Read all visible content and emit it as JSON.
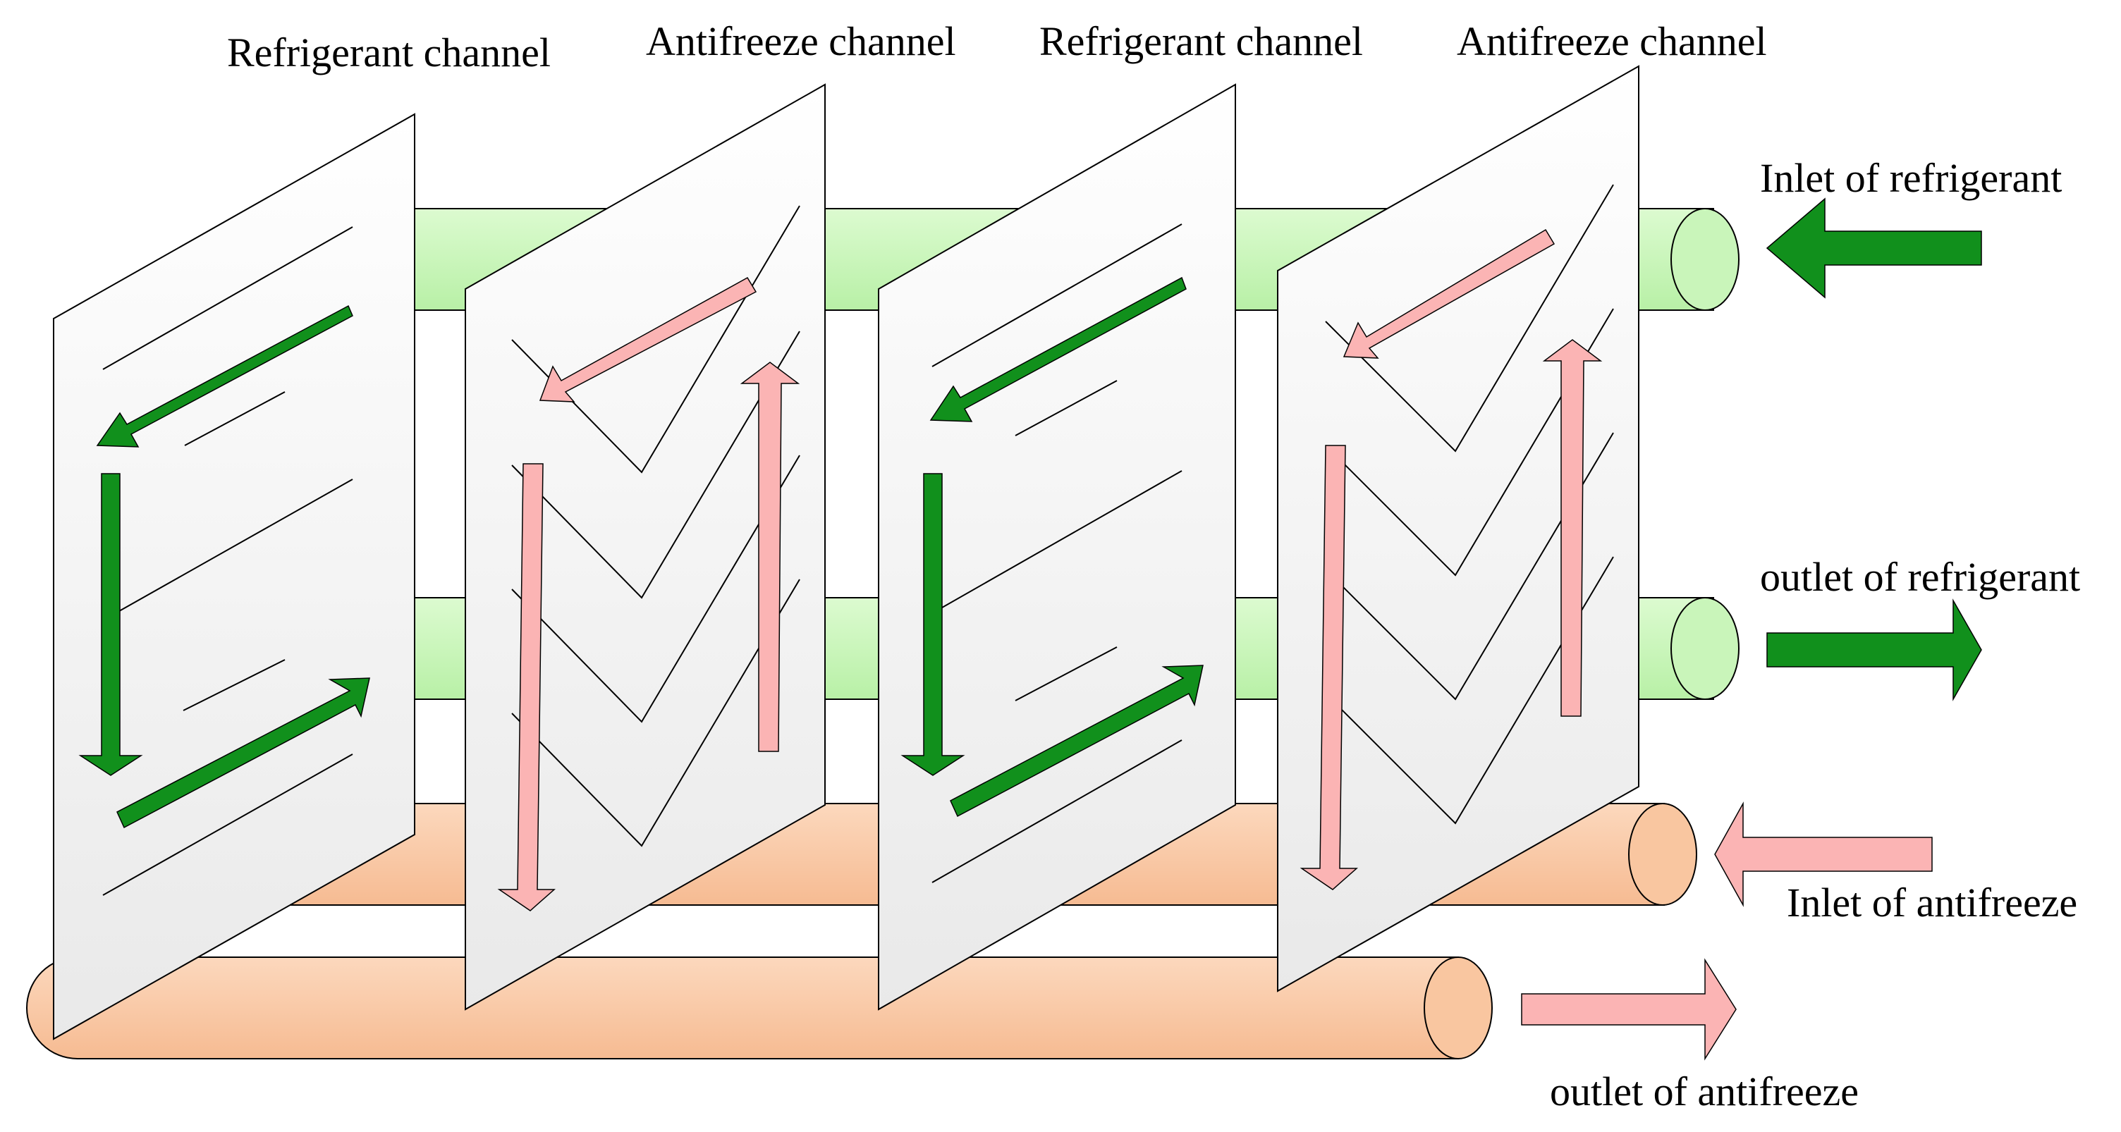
{
  "labels": {
    "channel_1": "Refrigerant channel",
    "channel_2": "Antifreeze channel",
    "channel_3": "Refrigerant channel",
    "channel_4": "Antifreeze channel",
    "inlet_refrigerant": "Inlet of refrigerant",
    "outlet_refrigerant": "outlet of refrigerant",
    "inlet_antifreeze": "Inlet of antifreeze",
    "outlet_antifreeze": "outlet of antifreeze"
  },
  "colors": {
    "refrigerant_pipe": "#c4f5b4",
    "refrigerant_arrow": "#11901c",
    "antifreeze_pipe": "#f9c6a0",
    "antifreeze_arrow": "#fbb4b4",
    "plate": "#efefef",
    "stroke": "#000000"
  }
}
